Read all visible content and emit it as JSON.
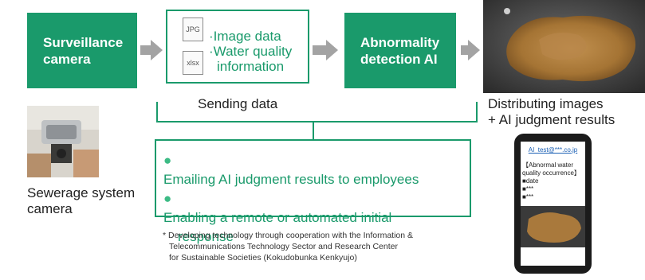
{
  "surveillance_box": {
    "line1": "Surveillance",
    "line2": "camera"
  },
  "data_box": {
    "file_icons": [
      "JPG",
      "xlsx"
    ],
    "lines": [
      "·Image data",
      "·Water quality",
      "information"
    ]
  },
  "ai_box": {
    "line1": "Abnormality",
    "line2": "detection AI"
  },
  "sending_label": "Sending data",
  "distributing_label": {
    "line1": "Distributing images",
    "line2": "+ AI judgment results"
  },
  "sewer_label": {
    "line1": "Sewerage system",
    "line2": "camera"
  },
  "actions": {
    "bullet": "●",
    "line1": "Emailing AI judgment results to employees",
    "line2": "Enabling a remote or automated initial",
    "line3": "response"
  },
  "footnote": {
    "line1": "* Developing technology through cooperation with the Information &",
    "line2": "Telecommunications Technology Sector and Research Center",
    "line3": "for Sustainable Societies (Kokudobunka Kenkyujo)"
  },
  "phone": {
    "email": "AI_test@***.co.jp",
    "line1": "【Abnormal water",
    "line2": "quality occurrence】",
    "item1": "■date",
    "item2": "■***",
    "item3": "■***"
  },
  "colors": {
    "accent_green": "#1a9a6b",
    "arrow_gray": "#a3a3a3",
    "bullet_green": "#3dbb85"
  }
}
